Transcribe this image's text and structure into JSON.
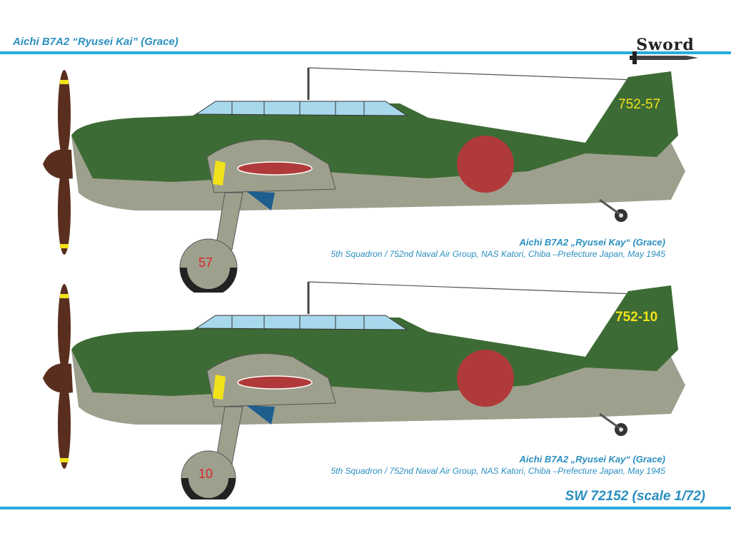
{
  "header": {
    "title": "Aichi B7A2 “Ryusei Kai” (Grace)"
  },
  "logo": {
    "text": "Sword"
  },
  "profiles": [
    {
      "tail_code": "752-57",
      "gear_number": "57",
      "caption_title": "Aichi B7A2 „Ryusei Kay“ (Grace)",
      "caption_sub": "5th Squadron / 752nd Naval Air Group, NAS Katori, Chiba –Prefecture Japan, May 1945"
    },
    {
      "tail_code": "752-10",
      "gear_number": "10",
      "caption_title": "Aichi B7A2 „Ryusei Kay“ (Grace)",
      "caption_sub": "5th Squadron / 752nd Naval Air Group, NAS Katori, Chiba –Prefecture Japan, May 1945"
    }
  ],
  "footer": {
    "code": "SW 72152 (scale 1/72)"
  },
  "colors": {
    "accent_blue": "#2a8fc0",
    "rule_blue": "#29a9df",
    "upper_green": "#3d6b35",
    "lower_grey": "#9ea08e",
    "hinomaru_red": "#b03a3a",
    "tail_code_yellow": "#f2e21a",
    "gear_number_red": "#d8282a",
    "propeller_brown": "#5a2e1e",
    "canopy_blue": "#a8d8ec"
  }
}
